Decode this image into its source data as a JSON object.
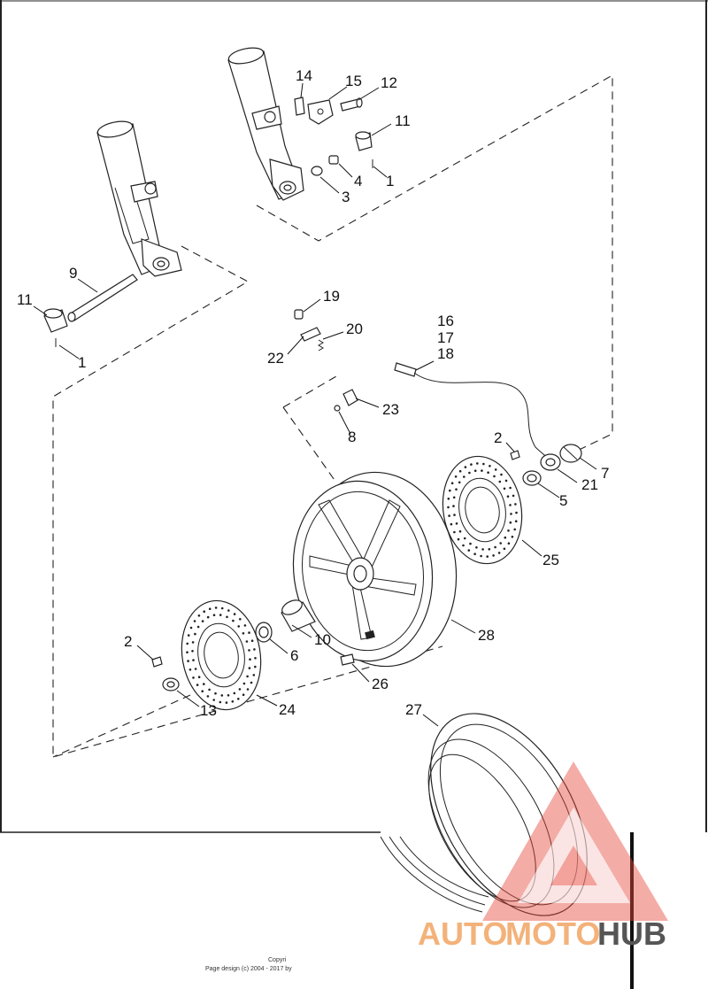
{
  "diagram": {
    "callouts": [
      {
        "id": "c14",
        "text": "14"
      },
      {
        "id": "c15",
        "text": "15"
      },
      {
        "id": "c12",
        "text": "12"
      },
      {
        "id": "c11a",
        "text": "11"
      },
      {
        "id": "c1a",
        "text": "1"
      },
      {
        "id": "c4",
        "text": "4"
      },
      {
        "id": "c3",
        "text": "3"
      },
      {
        "id": "c9",
        "text": "9"
      },
      {
        "id": "c11b",
        "text": "11"
      },
      {
        "id": "c1b",
        "text": "1"
      },
      {
        "id": "c19",
        "text": "19"
      },
      {
        "id": "c20",
        "text": "20"
      },
      {
        "id": "c22",
        "text": "22"
      },
      {
        "id": "c16",
        "text": "16"
      },
      {
        "id": "c17",
        "text": "17"
      },
      {
        "id": "c18",
        "text": "18"
      },
      {
        "id": "c23",
        "text": "23"
      },
      {
        "id": "c8",
        "text": "8"
      },
      {
        "id": "c2a",
        "text": "2"
      },
      {
        "id": "c7",
        "text": "7"
      },
      {
        "id": "c21",
        "text": "21"
      },
      {
        "id": "c5",
        "text": "5"
      },
      {
        "id": "c25",
        "text": "25"
      },
      {
        "id": "c2b",
        "text": "2"
      },
      {
        "id": "c10",
        "text": "10"
      },
      {
        "id": "c6",
        "text": "6"
      },
      {
        "id": "c28",
        "text": "28"
      },
      {
        "id": "c26",
        "text": "26"
      },
      {
        "id": "c13",
        "text": "13"
      },
      {
        "id": "c24",
        "text": "24"
      },
      {
        "id": "c27",
        "text": "27"
      }
    ]
  },
  "watermark": {
    "word_part1": "AUTO",
    "word_part2": "MOTO",
    "word_part3": "HUB",
    "color_light": "#f3b27a",
    "color_dark": "#555555",
    "triangle_color": "#e8473a"
  },
  "footer": {
    "line1": "Copyri",
    "line2": "Page design (c) 2004 - 2017 by"
  }
}
